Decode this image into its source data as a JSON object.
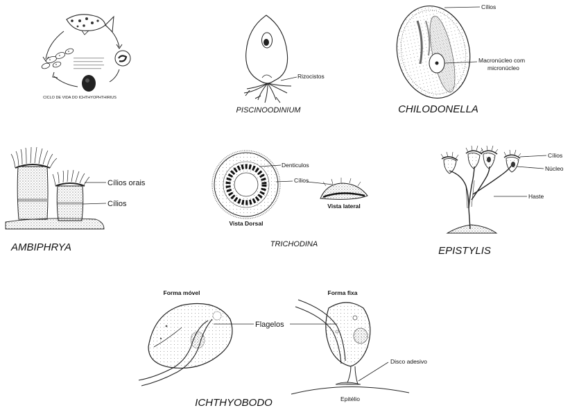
{
  "ichthyophthirius": {
    "caption": "CICLO DE VIDA DO ICHTHYOPHTHIRIUS"
  },
  "piscinoodinium": {
    "title": "PISCINOODINIUM",
    "rizocistos": "Rizocistos"
  },
  "chilodonella": {
    "title": "CHILODONELLA",
    "cilios": "Cílios",
    "macronucleo_1": "Macronúcleo com",
    "macronucleo_2": "micronúcleo"
  },
  "ambiphrya": {
    "title": "AMBIPHRYA",
    "cilios_orais": "Cílios orais",
    "cilios": "Cílios"
  },
  "trichodina": {
    "title": "TRICHODINA",
    "denticulos": "Denticulos",
    "cilios": "Cílios",
    "vista_dorsal": "Vista Dorsal",
    "vista_lateral": "Vista lateral"
  },
  "epistylis": {
    "title": "EPISTYLIS",
    "cilios": "Cílios",
    "nucleo": "Núcleo",
    "haste": "Haste"
  },
  "ichthyobodo": {
    "title": "ICHTHYOBODO",
    "forma_movel": "Forma móvel",
    "forma_fixa": "Forma fixa",
    "flagelos": "Flagelos",
    "disco_adesivo": "Disco adesivo",
    "epitelio": "Epitélio"
  }
}
